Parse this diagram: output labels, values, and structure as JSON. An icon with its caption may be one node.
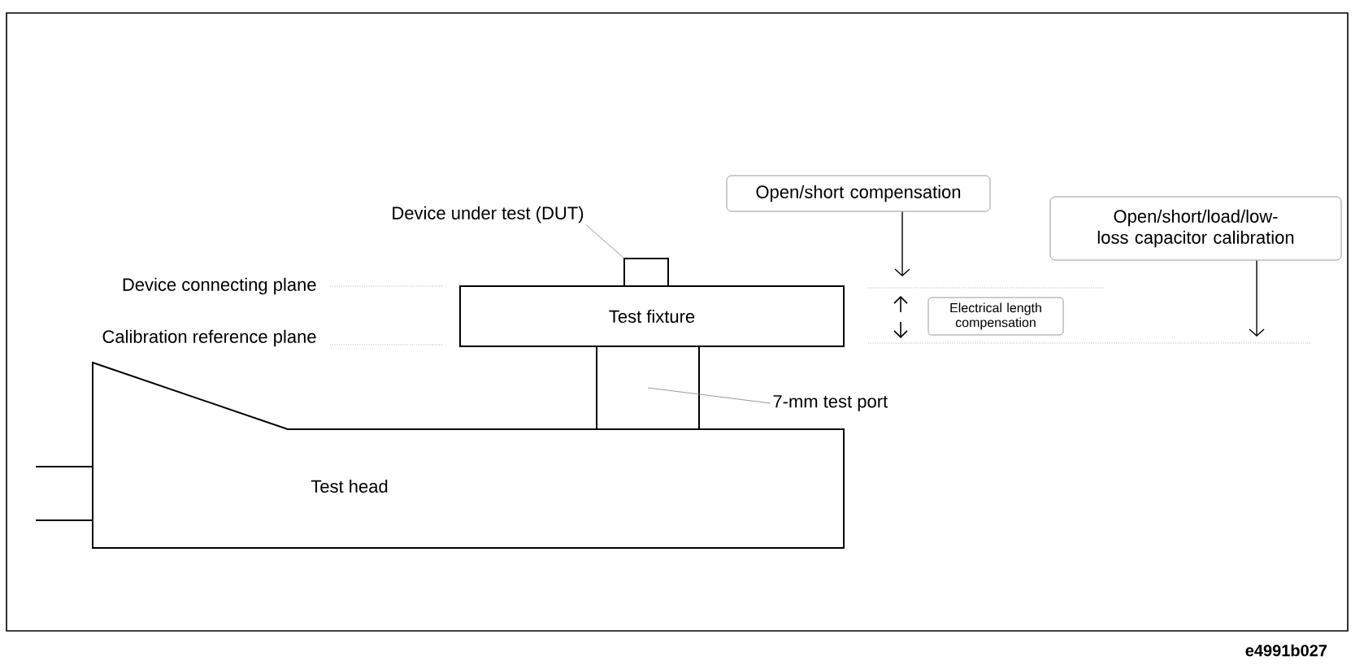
{
  "diagram": {
    "nodes": [
      {
        "text": [
          "Device under test (DUT)"
        ]
      },
      {
        "text": [],
        "shape": "box"
      },
      {
        "text": [
          "Test fixture"
        ]
      },
      {
        "text": [],
        "shape": "box"
      },
      {
        "text": [
          "7-mm test port"
        ]
      },
      {
        "text": [
          "Test head"
        ]
      },
      {
        "text": [
          "Device connecting plane"
        ]
      },
      {
        "text": [
          "Calibration reference plane"
        ]
      },
      {
        "text": [
          "Open/short compensation"
        ]
      },
      {
        "text": [
          "Electrical length compensation"
        ]
      },
      {
        "text": [
          "Open/short/load/low-loss capacitor calibration"
        ]
      }
    ],
    "edges": [
      {
        "from": 0,
        "to": 1,
        "arrow": "none"
      },
      {
        "from": 4,
        "to": 3,
        "arrow": "none"
      },
      {
        "from": 8,
        "to": null,
        "arrow": "to",
        "color": "#000000"
      },
      {
        "from": 10,
        "to": null,
        "arrow": "to",
        "color": "#000000"
      }
    ],
    "labels": [
      "e4991b027"
    ]
  }
}
